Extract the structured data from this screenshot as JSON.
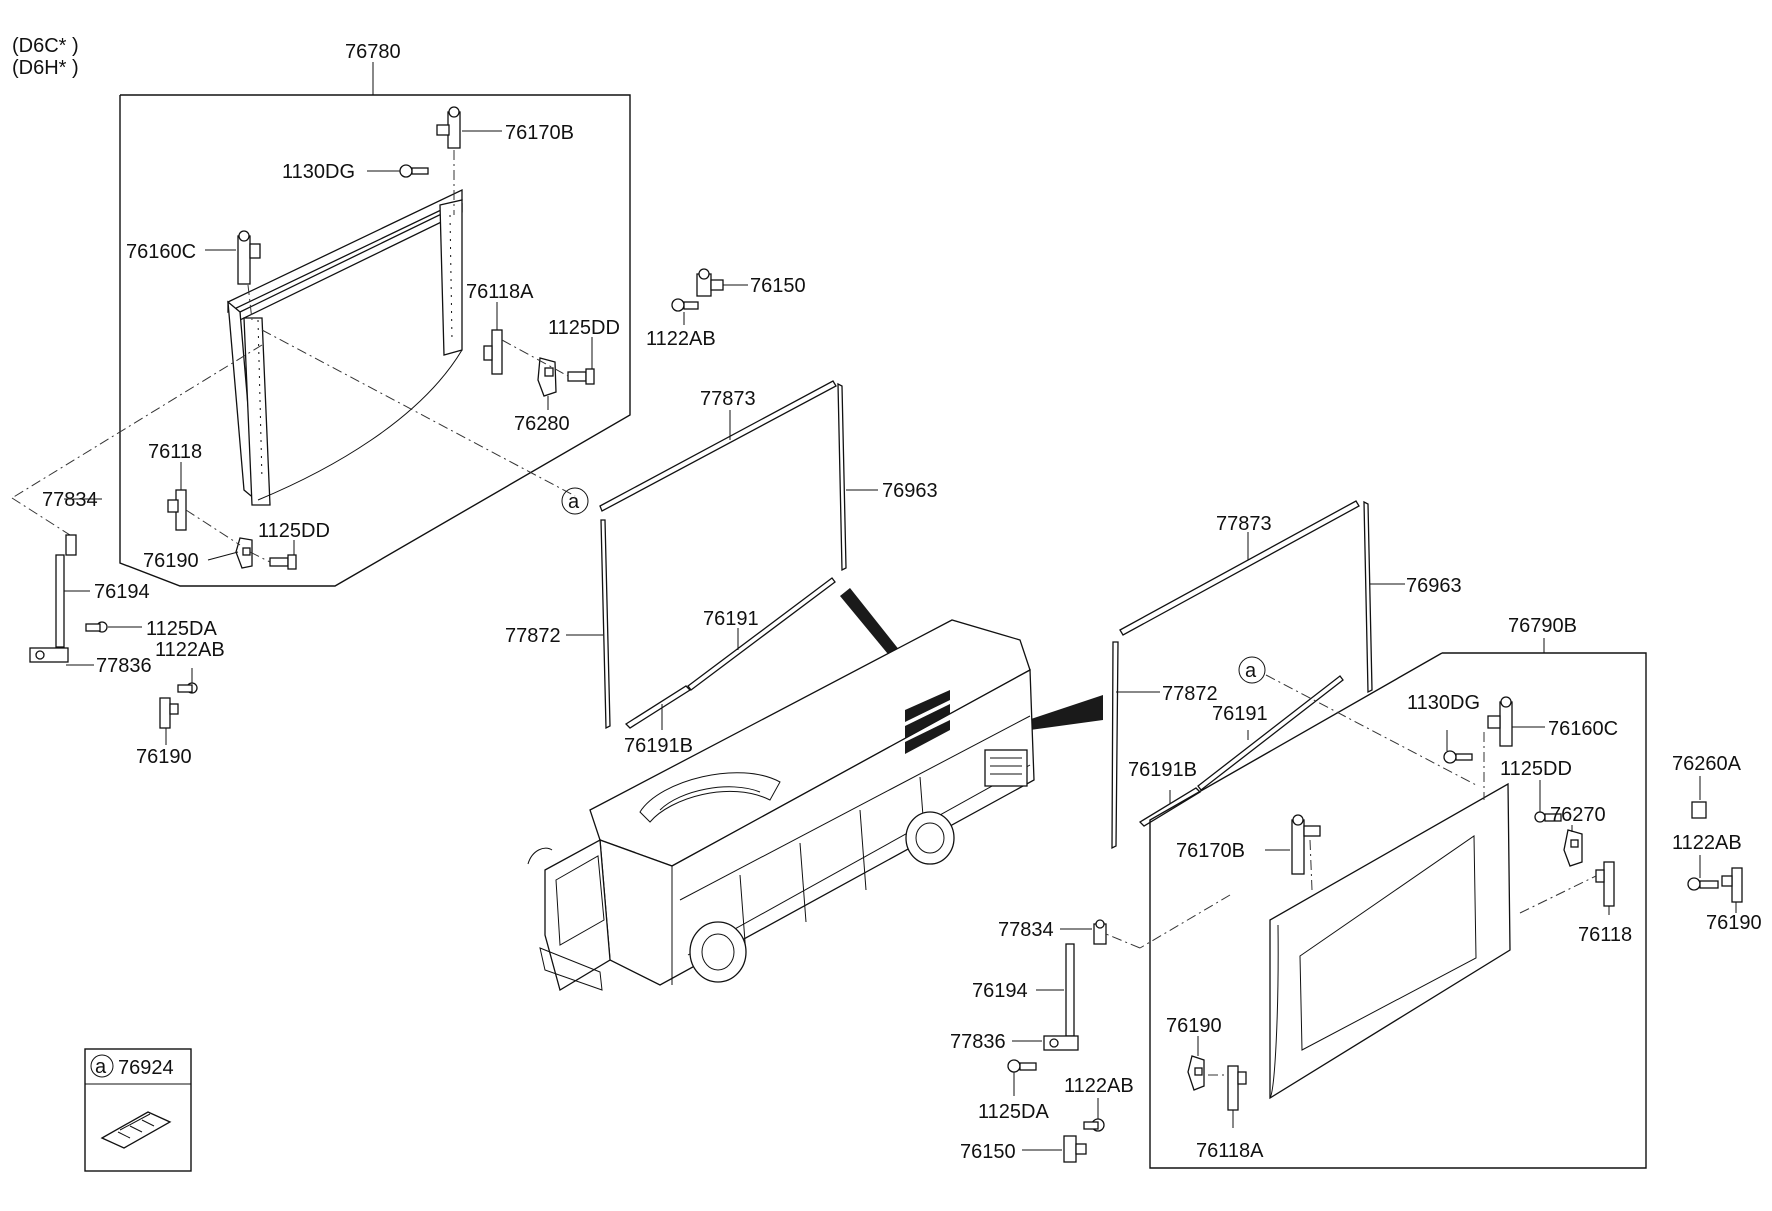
{
  "variants": [
    "(D6C* )",
    "(D6H* )"
  ],
  "ref_circle": "a",
  "legend": {
    "circle": "a",
    "part_no": "76924"
  },
  "left_group": {
    "assembly": "76780",
    "labels": {
      "hinge_top": "76170B",
      "bolt_top": "1130DG",
      "hinge_left": "76160C",
      "bracket_right": "76118A",
      "bolt_right": "1125DD",
      "striker_right": "76280",
      "bracket_left": "76118",
      "striker_left": "76190",
      "bolt_left": "1125DD",
      "mount_top": "77834",
      "strut": "76194",
      "bolt_strut": "1125DA",
      "mount_bottom": "77836",
      "bolt_bottom": "1122AB",
      "striker_bottom": "76190"
    }
  },
  "center_group": {
    "labels": {
      "latch": "76150",
      "latch_bolt": "1122AB",
      "seal_top": "77873",
      "seal_side": "76963",
      "seal_left": "77872",
      "strip": "76191",
      "strip_b": "76191B"
    }
  },
  "right_group": {
    "assembly": "76790B",
    "labels": {
      "seal_top": "77873",
      "seal_side": "76963",
      "seal_left": "77872",
      "strip": "76191",
      "strip_b": "76191B",
      "bolt_top": "1130DG",
      "hinge": "76160C",
      "bolt_right": "1125DD",
      "striker_right": "76270",
      "hinge_b": "76170B",
      "bracket_right": "76118",
      "striker_left": "76190",
      "bracket_left": "76118A",
      "mount_top": "77834",
      "strut": "76194",
      "mount_bottom": "77836",
      "bolt_strut": "1125DA",
      "bolt_bottom": "1122AB",
      "latch": "76150"
    }
  },
  "loose_parts": {
    "pad": "76260A",
    "bolt": "1122AB",
    "striker": "76190"
  }
}
